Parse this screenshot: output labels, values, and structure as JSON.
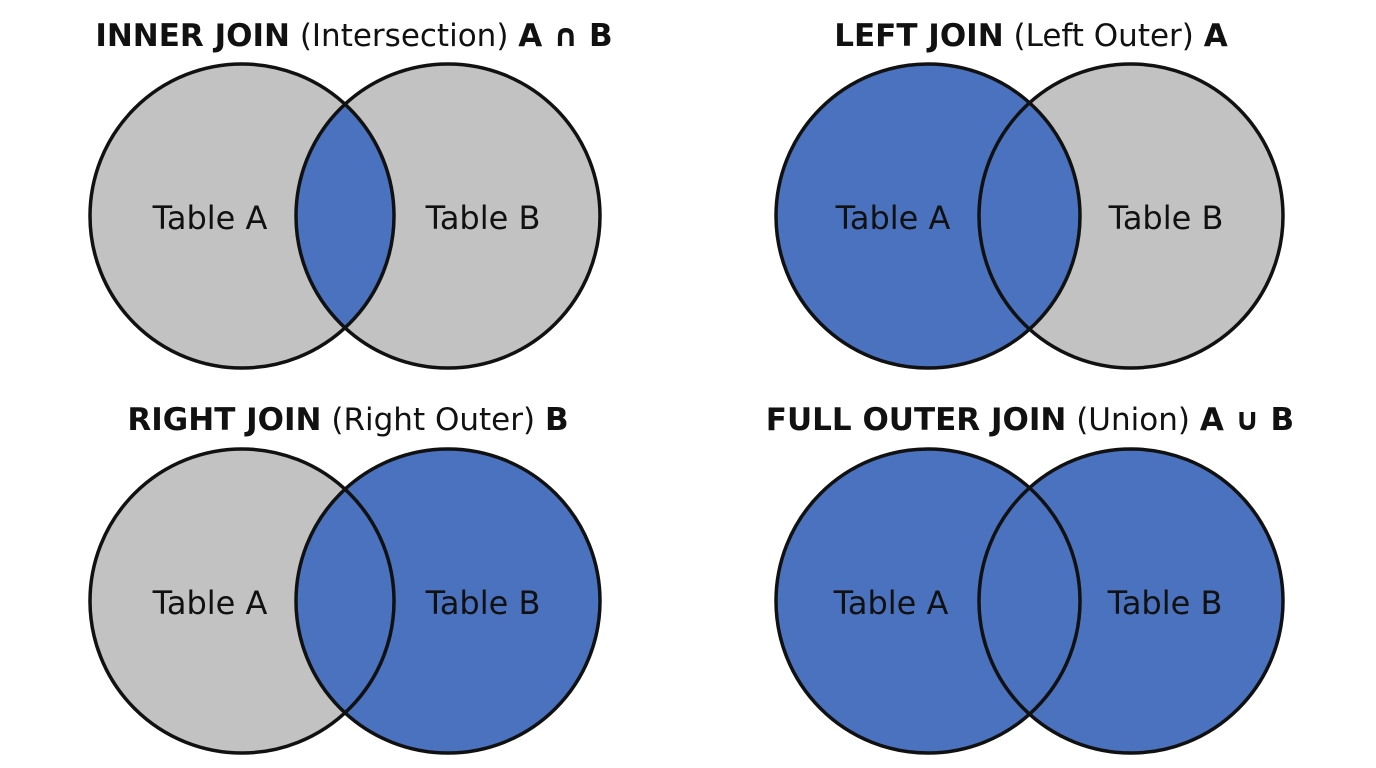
{
  "colors": {
    "included": "#4a72bf",
    "excluded": "#c2c2c2",
    "outline": "#111111",
    "background": "#ffffff"
  },
  "diagrams": [
    {
      "join_name": "INNER JOIN",
      "qualifier": "(Intersection)",
      "notation": "A ∩ B",
      "left_label": "Table A",
      "right_label": "Table B",
      "fill": {
        "left_only": "excluded",
        "overlap": "included",
        "right_only": "excluded"
      }
    },
    {
      "join_name": "LEFT JOIN",
      "qualifier": "(Left Outer)",
      "notation": "A",
      "left_label": "Table A",
      "right_label": "Table B",
      "fill": {
        "left_only": "included",
        "overlap": "included",
        "right_only": "excluded"
      }
    },
    {
      "join_name": "RIGHT JOIN",
      "qualifier": "(Right Outer)",
      "notation": "B",
      "left_label": "Table A",
      "right_label": "Table B",
      "fill": {
        "left_only": "excluded",
        "overlap": "included",
        "right_only": "included"
      }
    },
    {
      "join_name": "FULL OUTER JOIN",
      "qualifier": "(Union)",
      "notation": "A ∪ B",
      "left_label": "Table A",
      "right_label": "Table B",
      "fill": {
        "left_only": "included",
        "overlap": "included",
        "right_only": "included"
      }
    }
  ]
}
